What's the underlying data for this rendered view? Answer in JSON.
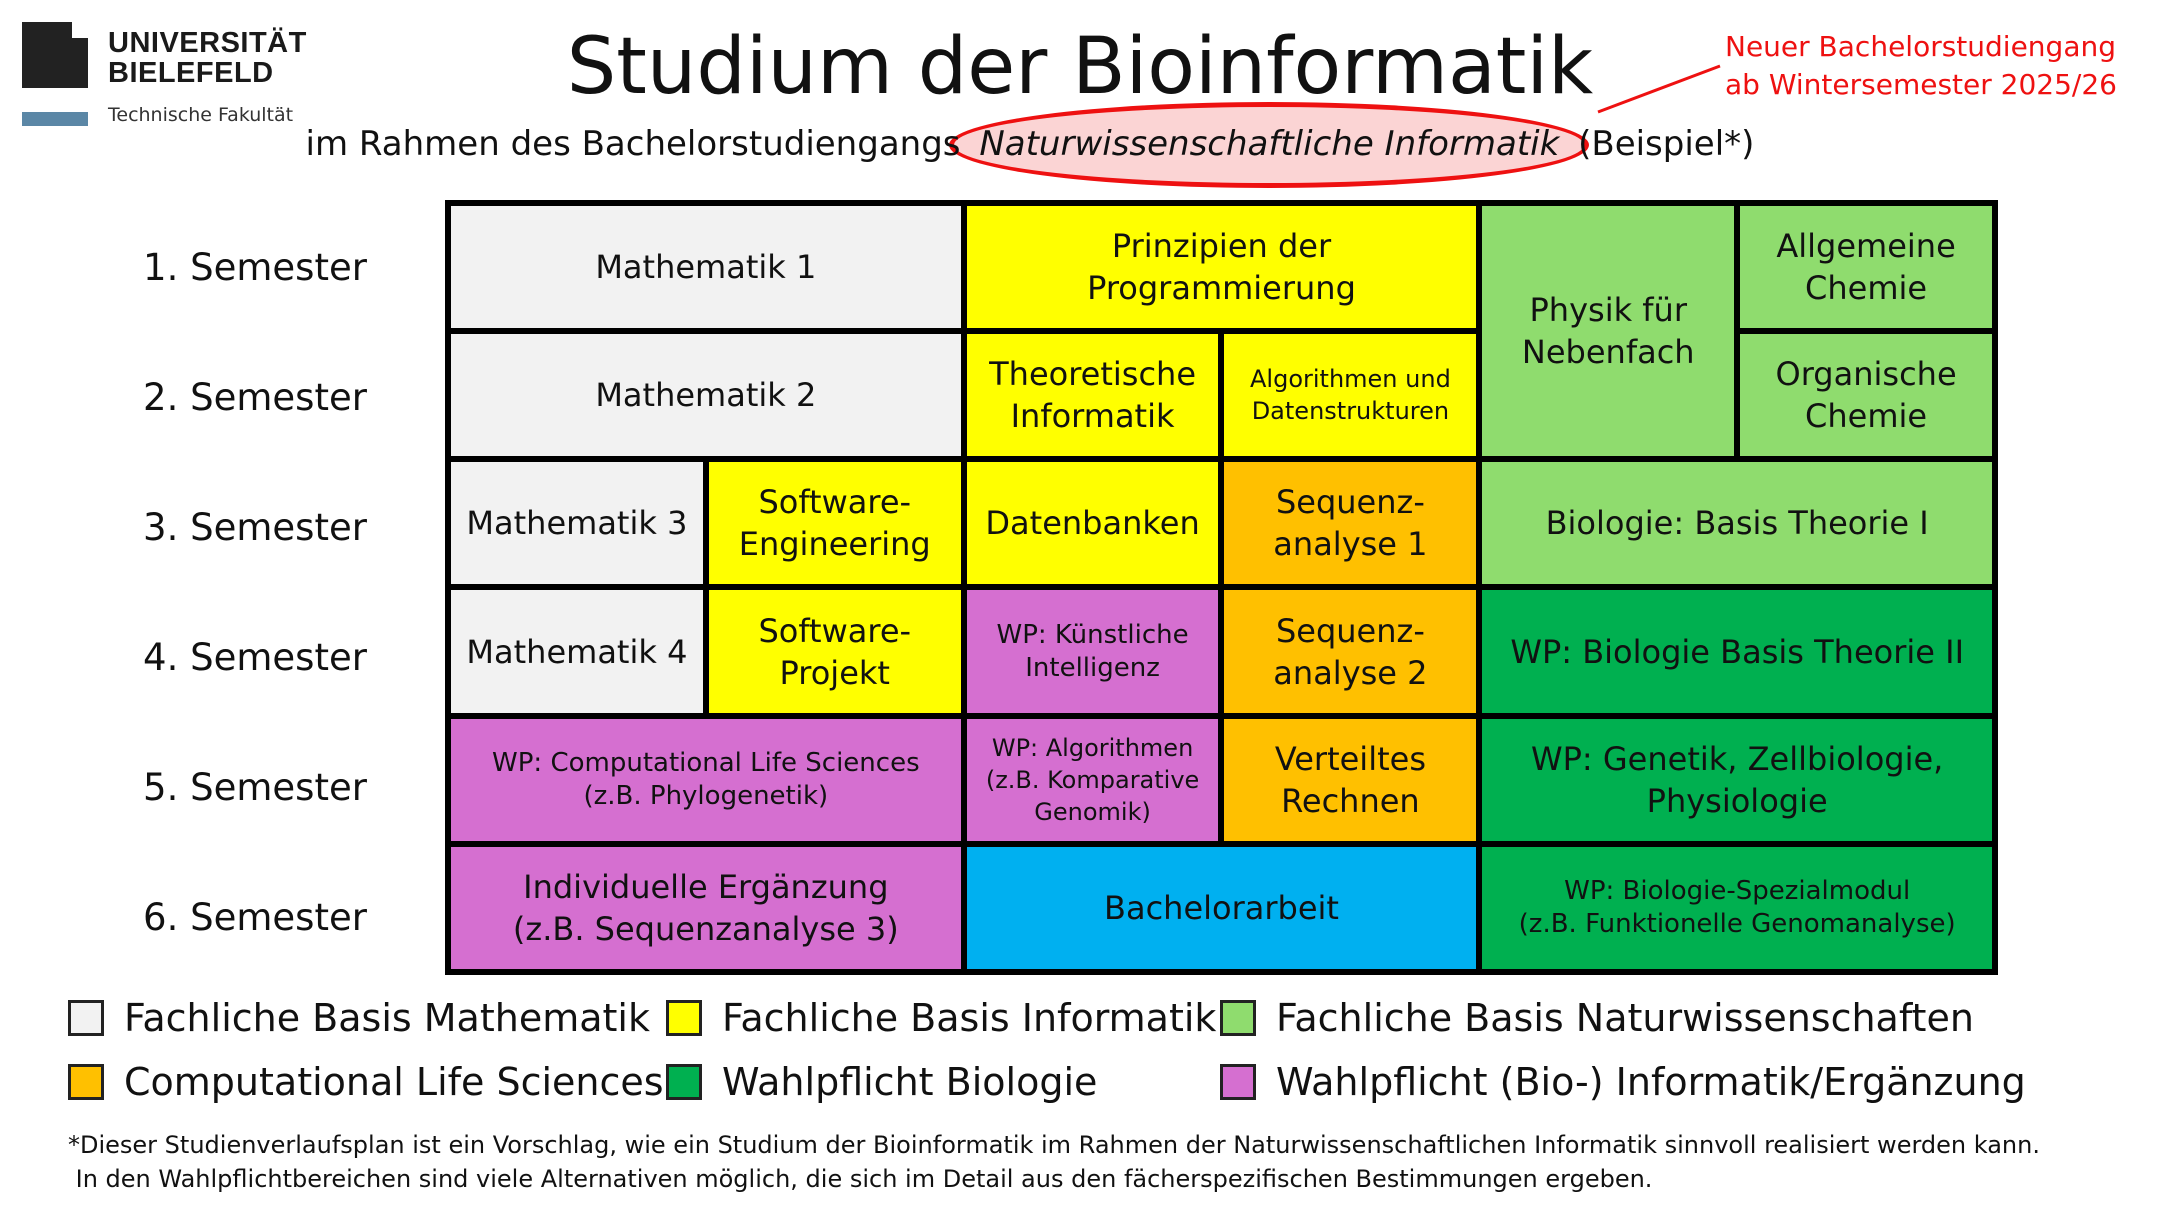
{
  "logo": {
    "line1": "UNIVERSITÄT",
    "line2": "BIELEFELD",
    "line3": "Technische Fakultät"
  },
  "title": "Studium der Bioinformatik",
  "subtitle": {
    "pre": "im Rahmen des Bachelorstudiengangs ",
    "highlight": "Naturwissenschaftliche Informatik",
    "post": " (Beispiel*)"
  },
  "note": {
    "line1": "Neuer Bachelorstudiengang",
    "line2": "ab Wintersemester 2025/26"
  },
  "semesters": [
    "1. Semester",
    "2. Semester",
    "3. Semester",
    "4. Semester",
    "5. Semester",
    "6. Semester"
  ],
  "modules": {
    "m1": "Mathematik 1",
    "pdp": "Prinzipien der Programmierung",
    "phys": "Physik für Nebenfach",
    "ach": "Allgemeine Chemie",
    "m2": "Mathematik 2",
    "ti": "Theoretische Informatik",
    "aud": "Algorithmen und Datenstrukturen",
    "och": "Organische Chemie",
    "m3": "Mathematik 3",
    "se": "Software-Engineering",
    "db": "Datenbanken",
    "sa1": "Sequenz-analyse 1",
    "bio1": "Biologie: Basis Theorie I",
    "m4": "Mathematik 4",
    "sp": "Software-Projekt",
    "ki": "WP: Künstliche Intelligenz",
    "sa2": "Sequenz-analyse 2",
    "bio2": "WP: Biologie Basis Theorie II",
    "cls_l1": "WP: Computational Life Sciences",
    "cls_l2": "(z.B. Phylogenetik)",
    "alg_l1": "WP: Algorithmen",
    "alg_l2": "(z.B. Komparative Genomik)",
    "vr": "Verteiltes Rechnen",
    "gen": "WP: Genetik, Zellbiologie, Physiologie",
    "ie_l1": "Individuelle Ergänzung",
    "ie_l2": "(z.B. Sequenzanalyse 3)",
    "ba": "Bachelorarbeit",
    "bs_l1": "WP: Biologie-Spezialmodul",
    "bs_l2": "(z.B. Funktionelle Genomanalyse)"
  },
  "legend": [
    {
      "label": "Fachliche Basis Mathematik",
      "color": "#f2f2f2"
    },
    {
      "label": "Fachliche Basis Informatik",
      "color": "#ffff00"
    },
    {
      "label": "Fachliche Basis Naturwissenschaften",
      "color": "#8fdc6e"
    },
    {
      "label": "Computational Life Sciences",
      "color": "#ffc000"
    },
    {
      "label": "Wahlpflicht Biologie",
      "color": "#00b050"
    },
    {
      "label": "Wahlpflicht (Bio-) Informatik/Ergänzung",
      "color": "#d56fd0"
    }
  ],
  "footnote": {
    "line1": "*Dieser Studienverlaufsplan ist ein Vorschlag, wie ein Studium der Bioinformatik im Rahmen der Naturwissenschaftlichen Informatik sinnvoll realisiert werden kann.",
    "line2": " In den Wahlpflichtbereichen sind viele Alternativen möglich, die sich im Detail aus den fächerspezifischen Bestimmungen ergeben."
  }
}
